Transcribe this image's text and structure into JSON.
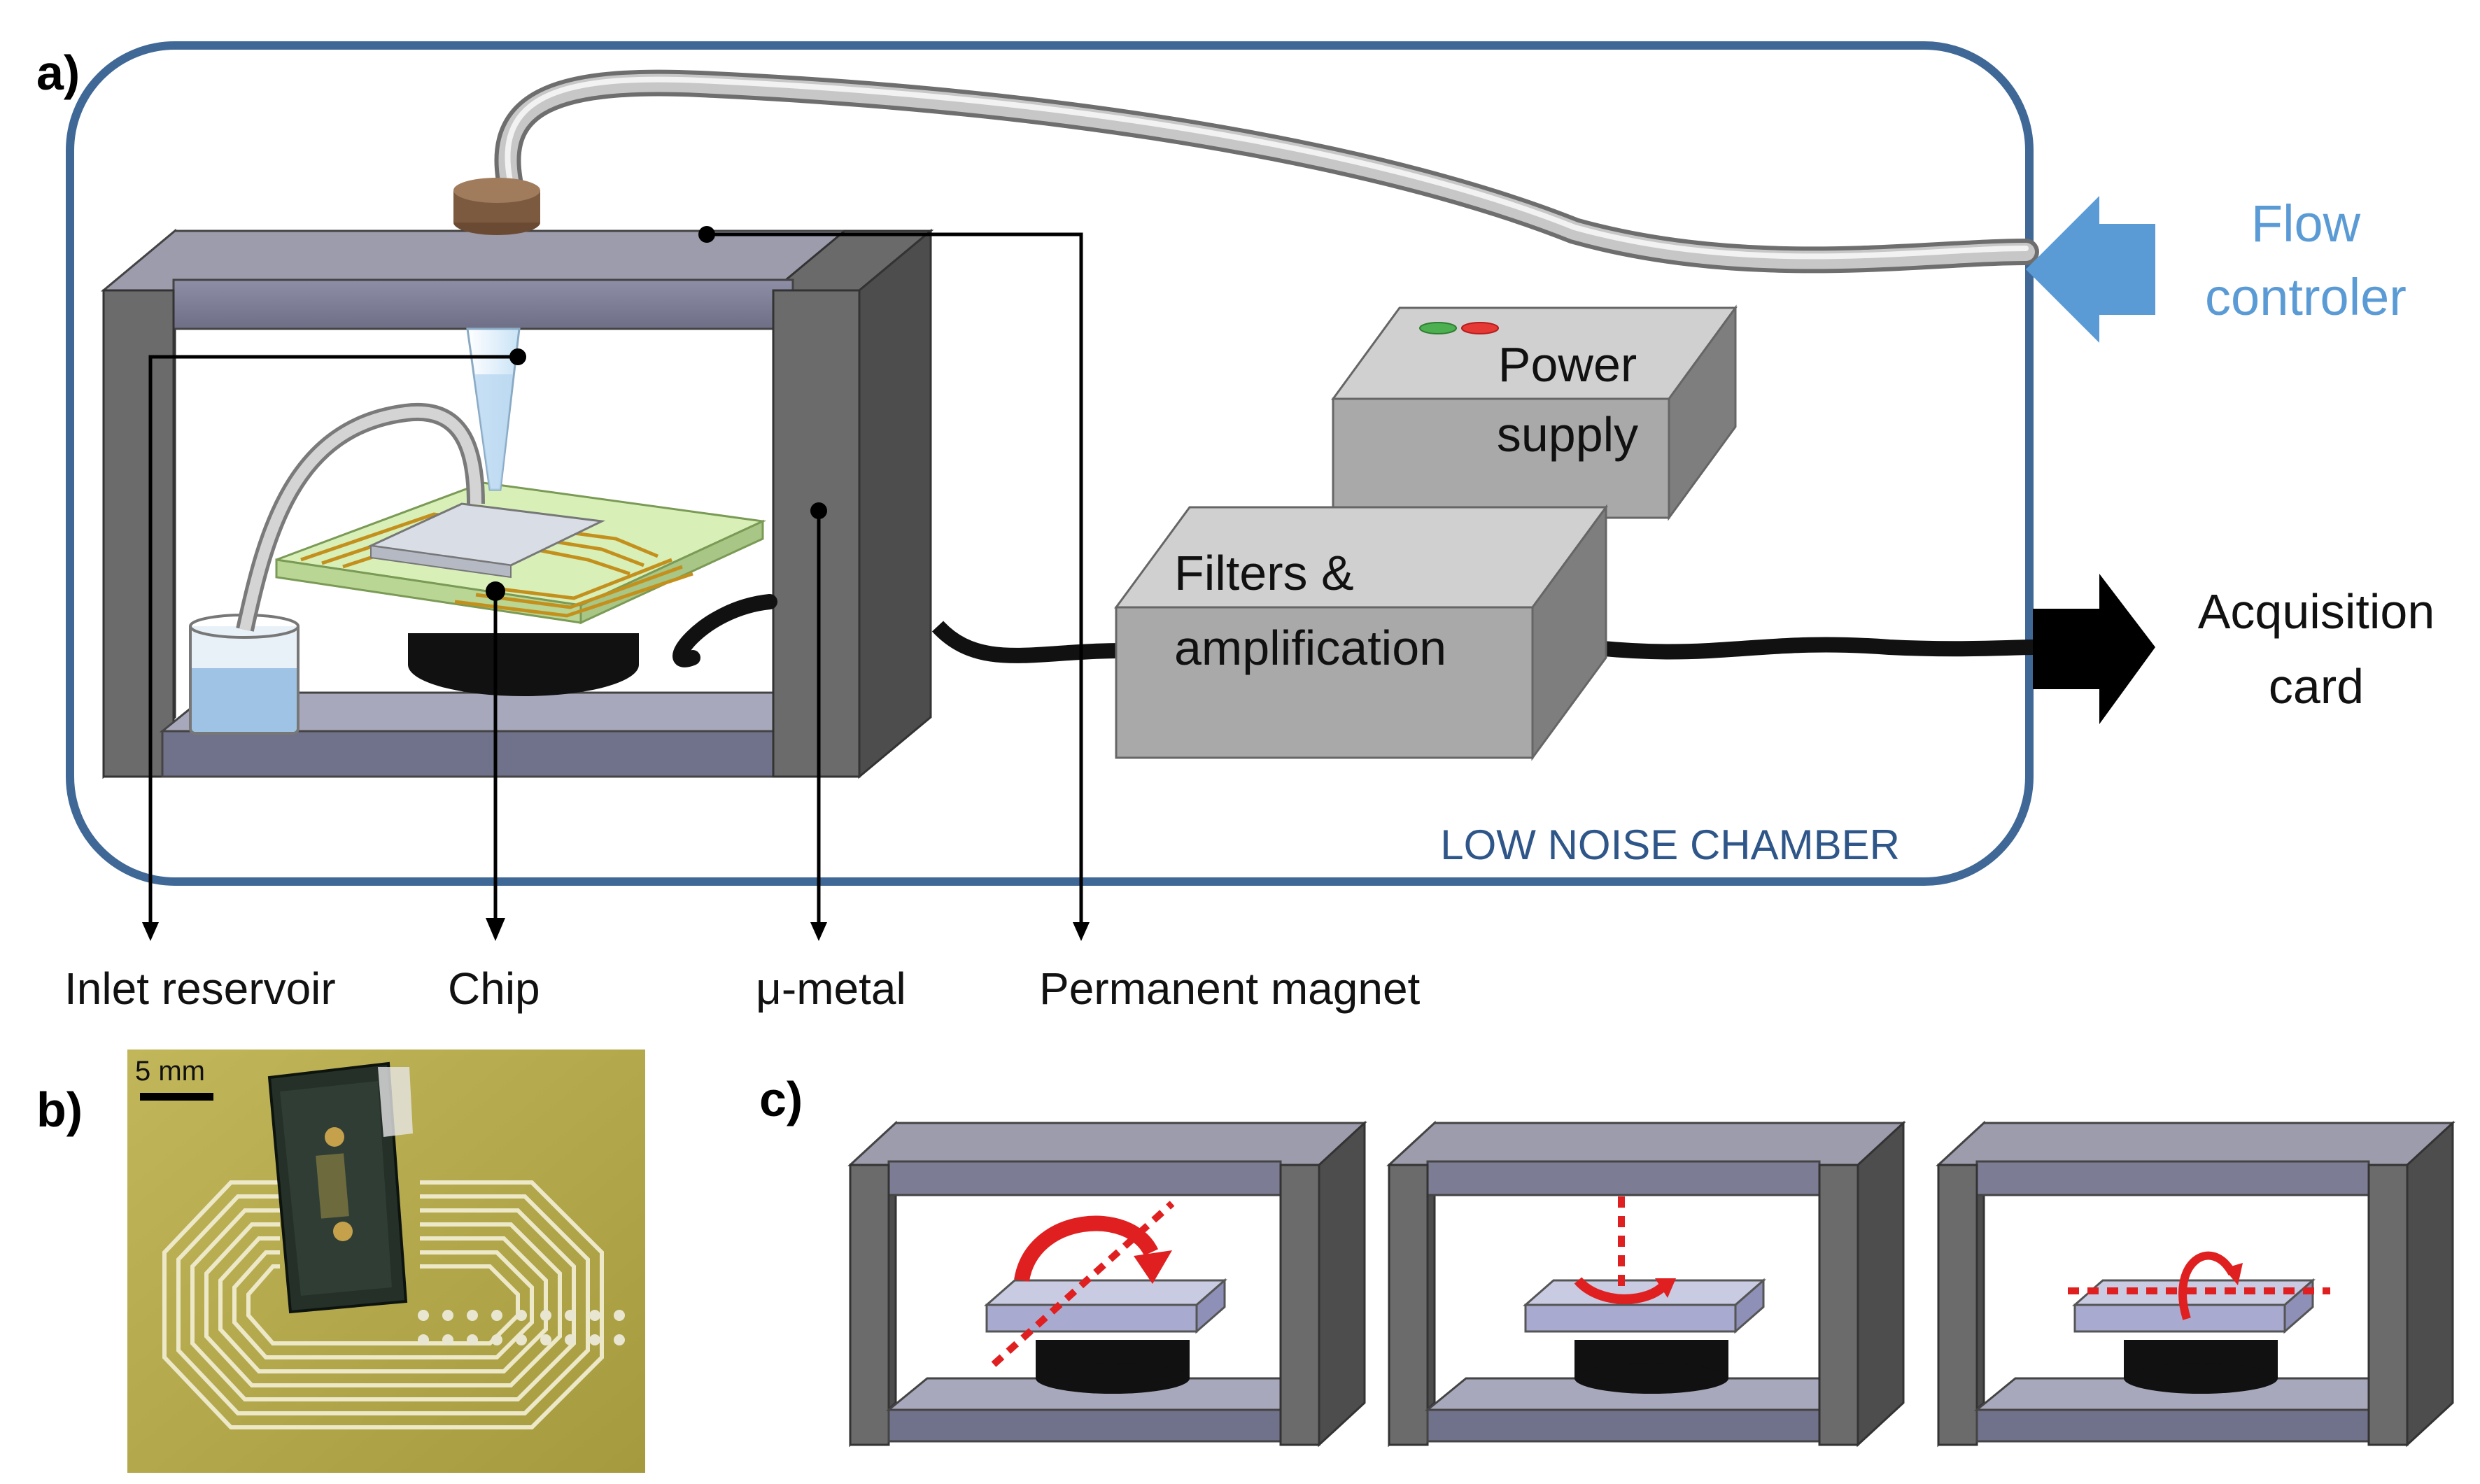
{
  "panels": {
    "a": "a)",
    "b": "b)",
    "c": "c)"
  },
  "chamber": {
    "label": "LOW NOISE CHAMBER",
    "border_color": "#3f6897"
  },
  "flow_controller": {
    "line1": "Flow",
    "line2": "controler",
    "color": "#5b9bd5"
  },
  "power_supply": {
    "line1": "Power",
    "line2": "supply",
    "led_colors": [
      "#4caf50",
      "#e53935"
    ]
  },
  "filters": {
    "line1": "Filters &",
    "line2": "amplification"
  },
  "acquisition": {
    "line1": "Acquisition",
    "line2": "card"
  },
  "callouts": {
    "inlet": "Inlet reservoir",
    "chip": "Chip",
    "mumetal": "μ-metal",
    "magnet": "Permanent magnet"
  },
  "photo": {
    "scale_bar": "5 mm",
    "board_color": "#b3a84a"
  },
  "rotation_color": "#e02020"
}
